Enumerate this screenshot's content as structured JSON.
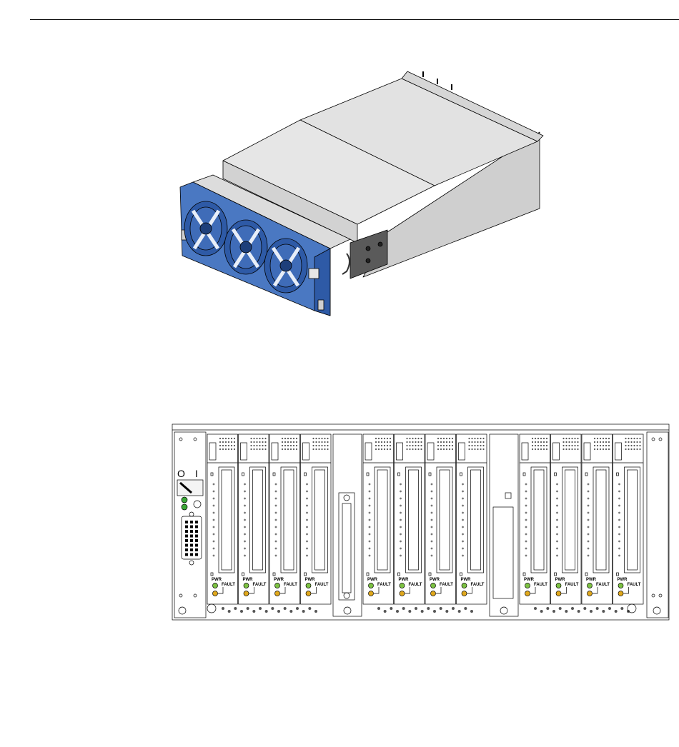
{
  "figures": [
    {
      "id": "chassis-isometric",
      "fan_count": 3,
      "colors": {
        "fan_bezel": "#4a78c2",
        "fan_bezel_dark": "#2e5aa6",
        "panel_light": "#e0e0e0",
        "panel_mid": "#cfcfcf",
        "panel_dark": "#5a5a5a"
      }
    },
    {
      "id": "chassis-front",
      "power_switch": {
        "off_symbol": "O",
        "on_symbol": "I"
      },
      "slot_groups": [
        4,
        4,
        4
      ],
      "slot_labels": {
        "power": "PWR",
        "fault": "FAULT"
      },
      "colors": {
        "pwr_led": "#7cc242",
        "fault_led": "#e0a81c",
        "status_led": "#3aa635"
      }
    }
  ]
}
